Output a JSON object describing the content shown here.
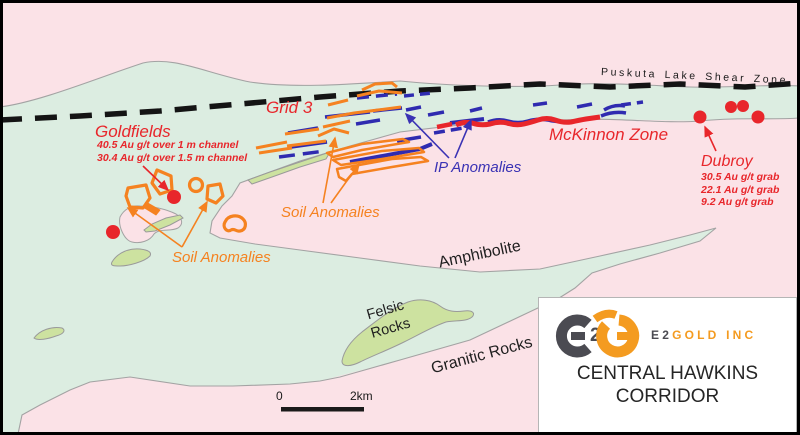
{
  "colors": {
    "map_pink": "#fbe2e7",
    "map_green": "#dcede1",
    "felsic_olive": "#cde2a0",
    "anomaly_orange": "#f58220",
    "ip_blue": "#2f2bb0",
    "label_red": "#e8262b",
    "shear_black": "#1a1a1a",
    "brand_gray": "#4b4b52",
    "brand_orange": "#f49b20"
  },
  "labels": {
    "shear_zone": "Puskuta Lake Shear Zone",
    "grid3": "Grid 3",
    "goldfields_title": "Goldfields",
    "goldfields_assay_1": "40.5 Au g/t over 1 m channel",
    "goldfields_assay_2": "30.4 Au g/t over 1.5 m channel",
    "soil_anomalies_west": "Soil Anomalies",
    "soil_anomalies_grid3": "Soil Anomalies",
    "ip_anomalies": "IP Anomalies",
    "mckinnon_zone": "McKinnon Zone",
    "dubroy_title": "Dubroy",
    "dubroy_assay_1": "30.5 Au g/t grab",
    "dubroy_assay_2": "22.1 Au g/t grab",
    "dubroy_assay_3": "9.2 Au g/t grab",
    "amphibolite": "Amphibolite",
    "felsic_line1": "Felsic",
    "felsic_line2": "Rocks",
    "granitic": "Granitic Rocks"
  },
  "scale_bar": {
    "start": "0",
    "end": "2km"
  },
  "legend_box": {
    "brand_dark": "E2",
    "brand_orange": "GOLD INC",
    "title_line1": "CENTRAL HAWKINS",
    "title_line2": "CORRIDOR"
  }
}
